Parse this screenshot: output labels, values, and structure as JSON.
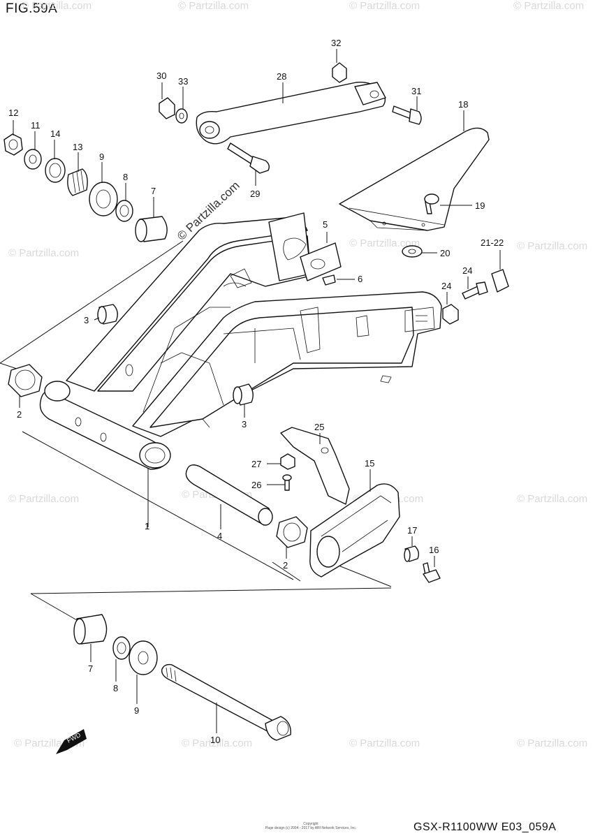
{
  "figure_label": "FIG.59A",
  "model_code": "GSX-R1100WW   E03_059A",
  "copyright_line1": "Copyright",
  "copyright_line2": "Page design (c) 2004 - 2017 by ARI Network Services, Inc.",
  "watermark_text": "© Partzilla.com",
  "fwd_label": "FWD",
  "callouts": {
    "c1": "1",
    "c2a": "2",
    "c2b": "2",
    "c3a": "3",
    "c3b": "3",
    "c4": "4",
    "c5": "5",
    "c6": "6",
    "c7a": "7",
    "c7b": "7",
    "c8a": "8",
    "c8b": "8",
    "c9a": "9",
    "c9b": "9",
    "c10": "10",
    "c11": "11",
    "c12": "12",
    "c13": "13",
    "c14": "14",
    "c15": "15",
    "c16": "16",
    "c17": "17",
    "c18": "18",
    "c19": "19",
    "c20": "20",
    "c21_22": "21-22",
    "c24a": "24",
    "c24b": "24",
    "c25": "25",
    "c26": "26",
    "c27": "27",
    "c28": "28",
    "c29": "29",
    "c30": "30",
    "c31": "31",
    "c32": "32",
    "c33": "33"
  }
}
